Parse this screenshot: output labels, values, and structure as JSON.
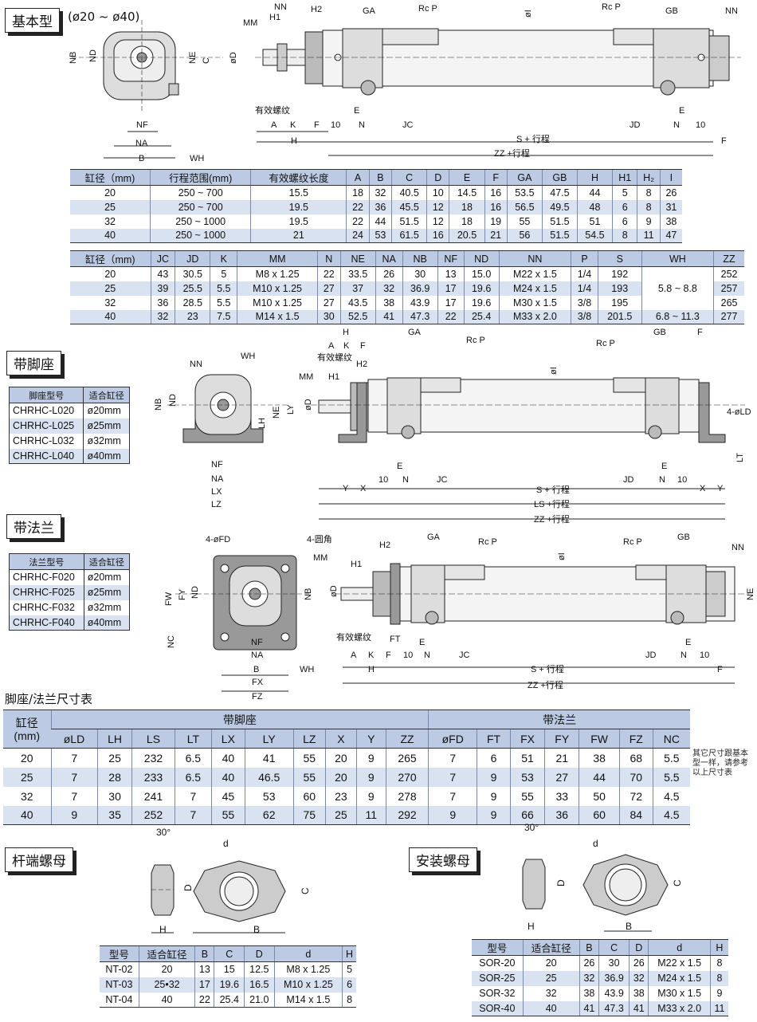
{
  "sections": {
    "basic": {
      "title": "基本型",
      "range": "(ø20 ~ ø40)"
    },
    "foot": {
      "title": "带脚座"
    },
    "flange": {
      "title": "带法兰"
    },
    "mount_table_title": "脚座/法兰尺寸表",
    "rod_nut": {
      "title": "杆端螺母"
    },
    "mount_nut": {
      "title": "安装螺母"
    }
  },
  "table1": {
    "headers": [
      "缸径（mm)",
      "行程范围(mm)",
      "有效螺纹长度",
      "A",
      "B",
      "C",
      "D",
      "E",
      "F",
      "GA",
      "GB",
      "H",
      "H1",
      "H₂",
      "I"
    ],
    "rows": [
      [
        "20",
        "250 ~ 700",
        "15.5",
        "18",
        "32",
        "40.5",
        "10",
        "14.5",
        "16",
        "53.5",
        "47.5",
        "44",
        "5",
        "8",
        "26"
      ],
      [
        "25",
        "250 ~ 700",
        "19.5",
        "22",
        "36",
        "45.5",
        "12",
        "18",
        "16",
        "56.5",
        "49.5",
        "48",
        "6",
        "8",
        "31"
      ],
      [
        "32",
        "250 ~ 1000",
        "19.5",
        "22",
        "44",
        "51.5",
        "12",
        "18",
        "19",
        "55",
        "51.5",
        "51",
        "6",
        "9",
        "38"
      ],
      [
        "40",
        "250 ~ 1000",
        "21",
        "24",
        "53",
        "61.5",
        "16",
        "20.5",
        "21",
        "56",
        "51.5",
        "54.5",
        "8",
        "11",
        "47"
      ]
    ]
  },
  "table2": {
    "headers": [
      "缸径（mm)",
      "JC",
      "JD",
      "K",
      "MM",
      "N",
      "NE",
      "NA",
      "NB",
      "NF",
      "ND",
      "NN",
      "P",
      "S",
      "WH",
      "ZZ"
    ],
    "rows": [
      [
        "20",
        "43",
        "30.5",
        "5",
        "M8 x 1.25",
        "22",
        "33.5",
        "26",
        "30",
        "13",
        "15.0",
        "M22 x 1.5",
        "1/4",
        "192",
        "",
        "252"
      ],
      [
        "25",
        "39",
        "25.5",
        "5.5",
        "M10 x 1.25",
        "27",
        "37",
        "32",
        "36.9",
        "17",
        "19.6",
        "M24 x 1.5",
        "1/4",
        "193",
        "",
        "257"
      ],
      [
        "32",
        "36",
        "28.5",
        "5.5",
        "M10 x 1.25",
        "27",
        "43.5",
        "38",
        "43.9",
        "17",
        "19.6",
        "M30 x 1.5",
        "3/8",
        "195",
        "",
        "265"
      ],
      [
        "40",
        "32",
        "23",
        "7.5",
        "M14 x 1.5",
        "30",
        "52.5",
        "41",
        "47.3",
        "22",
        "25.4",
        "M33 x 2.0",
        "3/8",
        "201.5",
        "6.8 ~ 11.3",
        "277"
      ]
    ],
    "wh_merged": "5.8 ~ 8.8"
  },
  "foot_models": {
    "headers": [
      "脚座型号",
      "适合缸径"
    ],
    "rows": [
      [
        "CHRHC-L020",
        "ø20mm"
      ],
      [
        "CHRHC-L025",
        "ø25mm"
      ],
      [
        "CHRHC-L032",
        "ø32mm"
      ],
      [
        "CHRHC-L040",
        "ø40mm"
      ]
    ]
  },
  "flange_models": {
    "headers": [
      "法兰型号",
      "适合缸径"
    ],
    "rows": [
      [
        "CHRHC-F020",
        "ø20mm"
      ],
      [
        "CHRHC-F025",
        "ø25mm"
      ],
      [
        "CHRHC-F032",
        "ø32mm"
      ],
      [
        "CHRHC-F040",
        "ø40mm"
      ]
    ]
  },
  "table3": {
    "bore_header": "缸径\n(mm)",
    "group_foot": "带脚座",
    "group_flange": "带法兰",
    "headers": [
      "øLD",
      "LH",
      "LS",
      "LT",
      "LX",
      "LY",
      "LZ",
      "X",
      "Y",
      "ZZ",
      "øFD",
      "FT",
      "FX",
      "FY",
      "FW",
      "FZ",
      "NC"
    ],
    "rows": [
      [
        "20",
        "7",
        "25",
        "232",
        "6.5",
        "40",
        "41",
        "55",
        "20",
        "9",
        "265",
        "7",
        "6",
        "51",
        "21",
        "38",
        "68",
        "5.5"
      ],
      [
        "25",
        "7",
        "28",
        "233",
        "6.5",
        "40",
        "46.5",
        "55",
        "20",
        "9",
        "270",
        "7",
        "9",
        "53",
        "27",
        "44",
        "70",
        "5.5"
      ],
      [
        "32",
        "7",
        "30",
        "241",
        "7",
        "45",
        "53",
        "60",
        "23",
        "9",
        "278",
        "7",
        "9",
        "55",
        "33",
        "50",
        "72",
        "4.5"
      ],
      [
        "40",
        "9",
        "35",
        "252",
        "7",
        "55",
        "62",
        "75",
        "25",
        "11",
        "292",
        "9",
        "9",
        "66",
        "36",
        "60",
        "84",
        "4.5"
      ]
    ],
    "note": "其它尺寸跟基本型一样，请参考以上尺寸表"
  },
  "rod_nut_table": {
    "headers": [
      "型号",
      "适合缸径",
      "B",
      "C",
      "D",
      "d",
      "H"
    ],
    "rows": [
      [
        "NT-02",
        "20",
        "13",
        "15",
        "12.5",
        "M8 x 1.25",
        "5"
      ],
      [
        "NT-03",
        "25•32",
        "17",
        "19.6",
        "16.5",
        "M10 x 1.25",
        "6"
      ],
      [
        "NT-04",
        "40",
        "22",
        "25.4",
        "21.0",
        "M14 x 1.5",
        "8"
      ]
    ]
  },
  "mount_nut_table": {
    "headers": [
      "型号",
      "适合缸径",
      "B",
      "C",
      "D",
      "d",
      "H"
    ],
    "rows": [
      [
        "SOR-20",
        "20",
        "26",
        "30",
        "26",
        "M22 x 1.5",
        "8"
      ],
      [
        "SOR-25",
        "25",
        "32",
        "36.9",
        "32",
        "M24 x 1.5",
        "8"
      ],
      [
        "SOR-32",
        "32",
        "38",
        "43.9",
        "38",
        "M30 x 1.5",
        "9"
      ],
      [
        "SOR-40",
        "40",
        "41",
        "47.3",
        "41",
        "M33 x 2.0",
        "11"
      ]
    ]
  },
  "drawing_labels": {
    "stroke_s": "S + 行程",
    "stroke_zz": "ZZ +行程",
    "stroke_ls": "LS +行程",
    "thread": "有效螺纹",
    "four_ld": "4-øLD",
    "four_fd": "4-øFD",
    "four_r": "4-圆角",
    "rcp": "Rc P",
    "angle30": "30°"
  }
}
